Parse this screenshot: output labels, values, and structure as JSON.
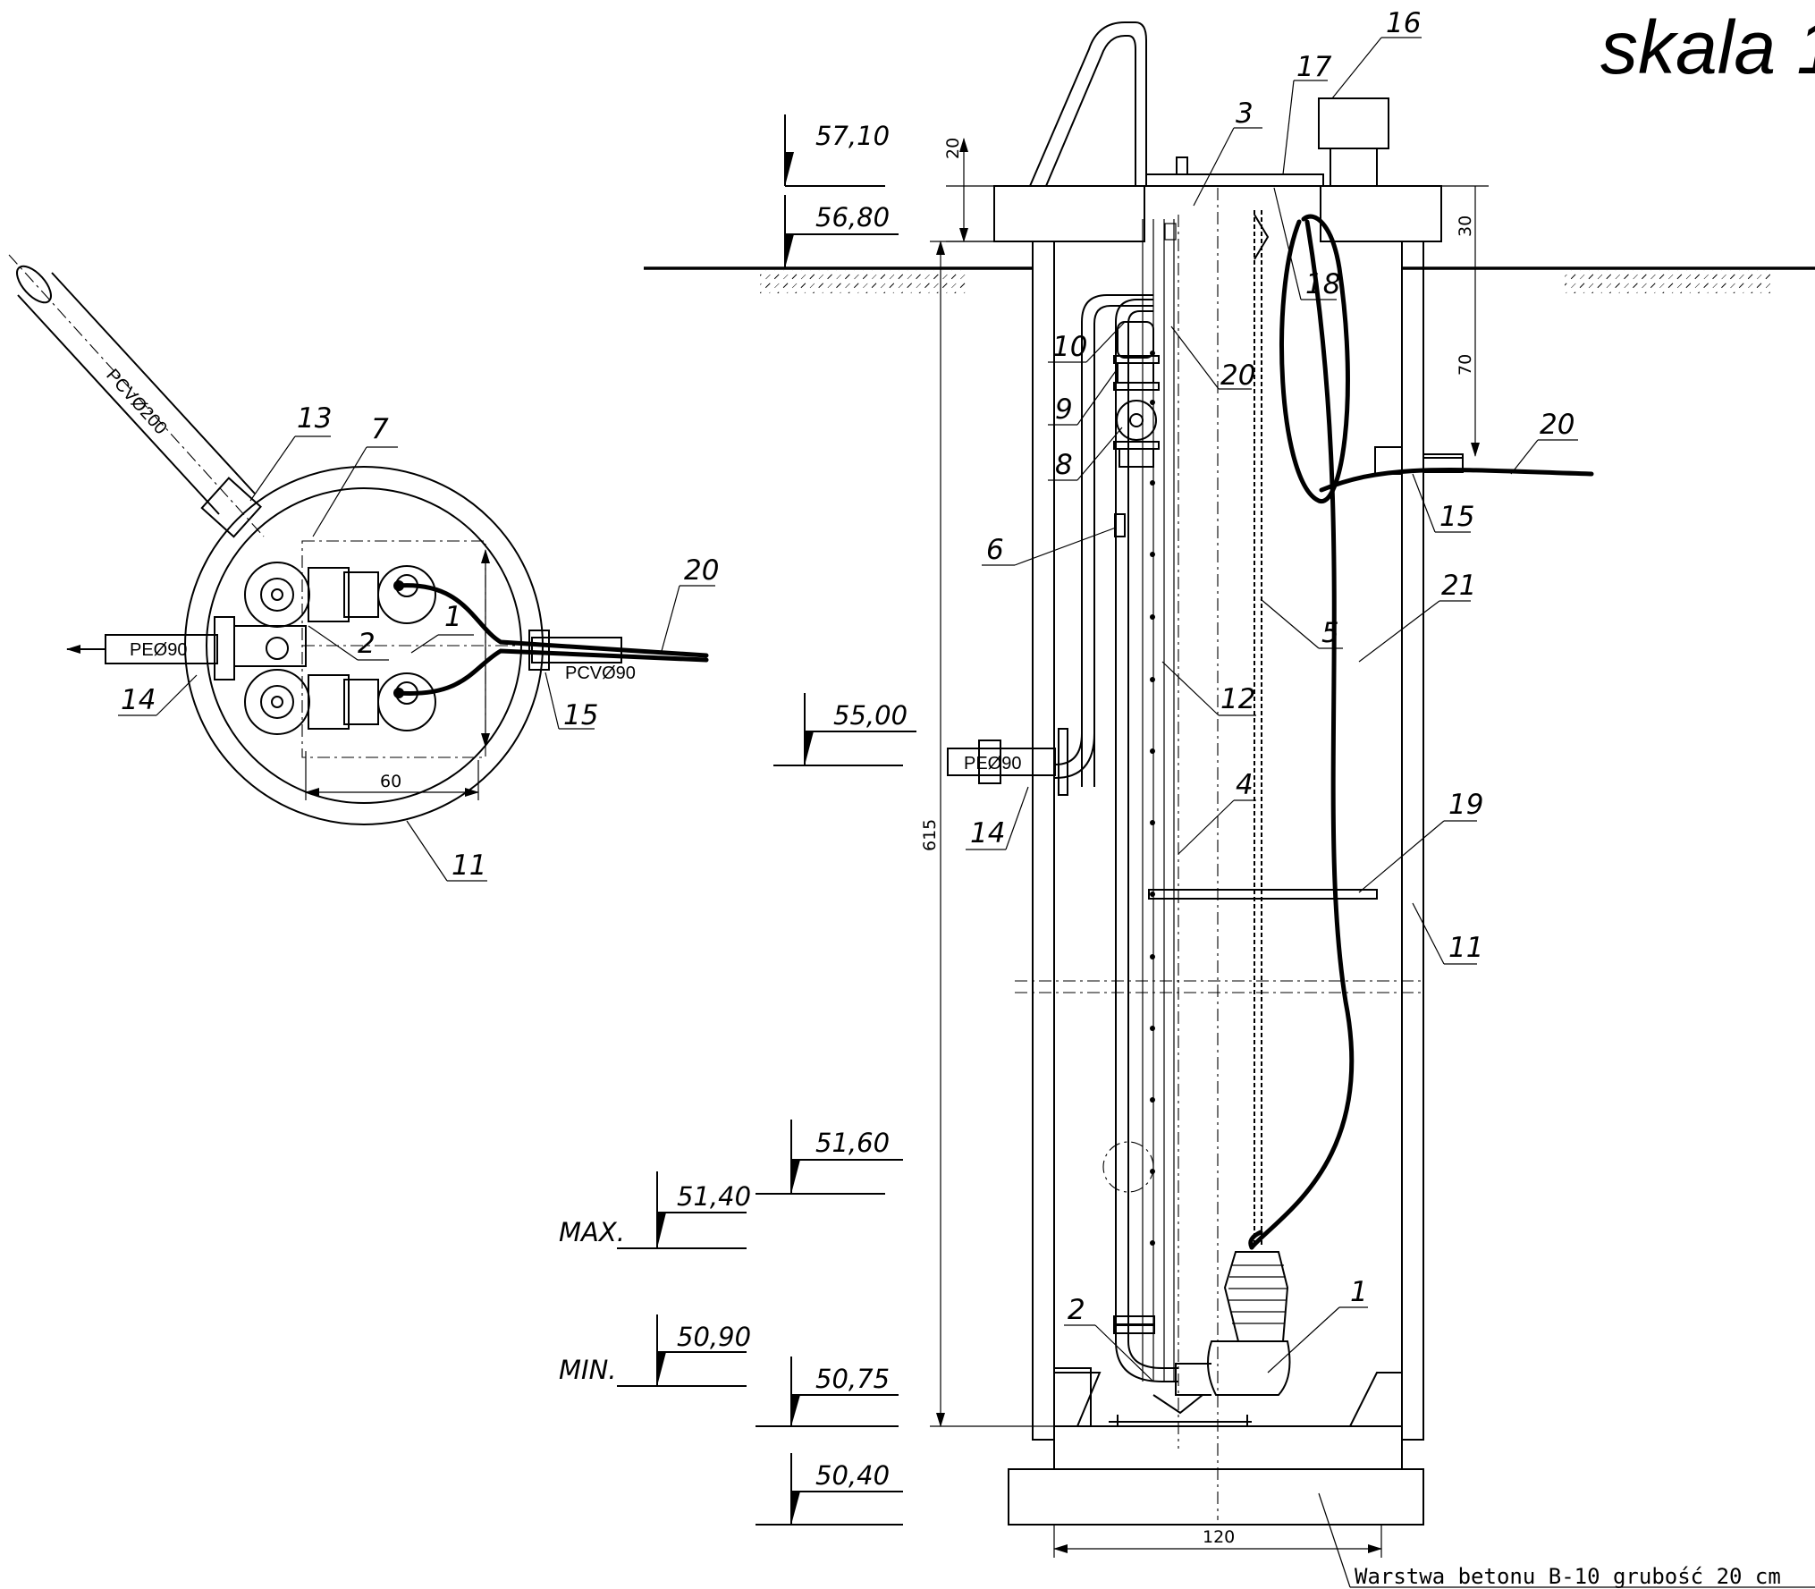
{
  "title": "skala 1",
  "note": "Warstwa betonu B-10 grubość 20 cm",
  "elevations": [
    "57,10",
    "56,80",
    "55,00",
    "51,60",
    "51,40",
    "50,90",
    "50,75",
    "50,40"
  ],
  "levels": {
    "max": "MAX.",
    "min": "MIN."
  },
  "dimensions": {
    "d20": "20",
    "d30": "30",
    "d70": "70",
    "d615": "615",
    "d120": "120",
    "d60": "60"
  },
  "pipes": {
    "pcv200": "PCVØ200",
    "pe90": "PEØ90",
    "pcv90": "PCVØ90"
  },
  "plan_labels": [
    "13",
    "7",
    "1",
    "2",
    "20",
    "14",
    "15",
    "11"
  ],
  "section_labels": [
    "16",
    "17",
    "3",
    "18",
    "10",
    "20",
    "9",
    "8",
    "20",
    "15",
    "6",
    "21",
    "5",
    "12",
    "4",
    "14",
    "19",
    "11",
    "2",
    "1"
  ]
}
